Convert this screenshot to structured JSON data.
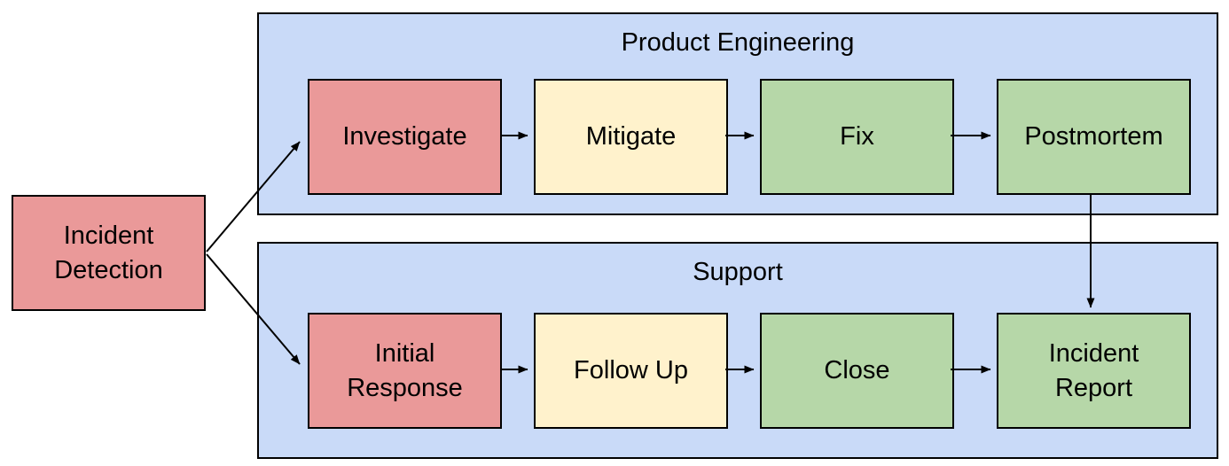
{
  "diagram": {
    "start": {
      "label": "Incident Detection",
      "color_key": "red"
    },
    "lanes": [
      {
        "title": "Product Engineering",
        "steps": [
          {
            "label": "Investigate",
            "color_key": "red"
          },
          {
            "label": "Mitigate",
            "color_key": "yellow"
          },
          {
            "label": "Fix",
            "color_key": "green"
          },
          {
            "label": "Postmortem",
            "color_key": "green"
          }
        ]
      },
      {
        "title": "Support",
        "steps": [
          {
            "label": "Initial Response",
            "color_key": "red"
          },
          {
            "label": "Follow Up",
            "color_key": "yellow"
          },
          {
            "label": "Close",
            "color_key": "green"
          },
          {
            "label": "Incident Report",
            "color_key": "green"
          }
        ]
      }
    ],
    "edges": [
      {
        "from": "incident-detection",
        "to": "investigate"
      },
      {
        "from": "incident-detection",
        "to": "initial-response"
      },
      {
        "from": "investigate",
        "to": "mitigate"
      },
      {
        "from": "mitigate",
        "to": "fix"
      },
      {
        "from": "fix",
        "to": "postmortem"
      },
      {
        "from": "postmortem",
        "to": "incident-report"
      },
      {
        "from": "initial-response",
        "to": "follow-up"
      },
      {
        "from": "follow-up",
        "to": "close"
      },
      {
        "from": "close",
        "to": "incident-report"
      }
    ]
  },
  "colors": {
    "red": "#ea9999",
    "yellow": "#fff2cc",
    "green": "#b6d7a8",
    "lane_blue": "#c9daf8",
    "stroke": "#000000"
  }
}
